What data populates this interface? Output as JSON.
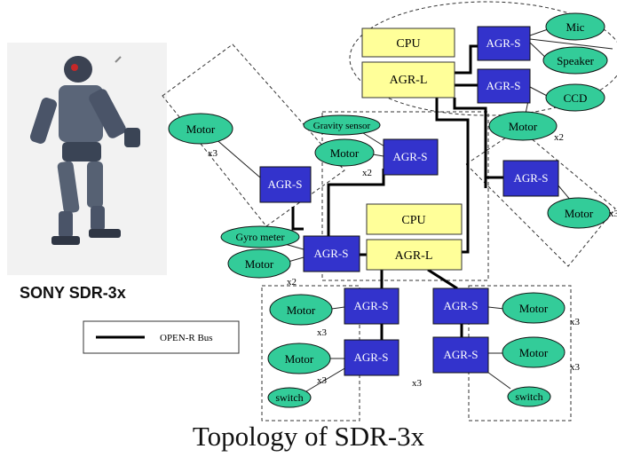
{
  "robot": {
    "caption": "SONY SDR-3x"
  },
  "diagram": {
    "title": "Topology of SDR-3x",
    "legend": "OPEN-R Bus",
    "labels": {
      "cpu": "CPU",
      "agr_l": "AGR-L",
      "agr_s": "AGR-S",
      "mic": "Mic",
      "speaker": "Speaker",
      "ccd": "CCD",
      "motor": "Motor",
      "gravity_sensor": "Gravity sensor",
      "gyro_meter": "Gyro meter",
      "switch": "switch",
      "x2": "x2",
      "x3": "x3"
    }
  },
  "colors": {
    "cpu_fill": "#ffff99",
    "agr_s_fill": "#3333cc",
    "agr_s_text": "#ffffff",
    "node_fill": "#33cc99",
    "bus_line": "#000000"
  }
}
